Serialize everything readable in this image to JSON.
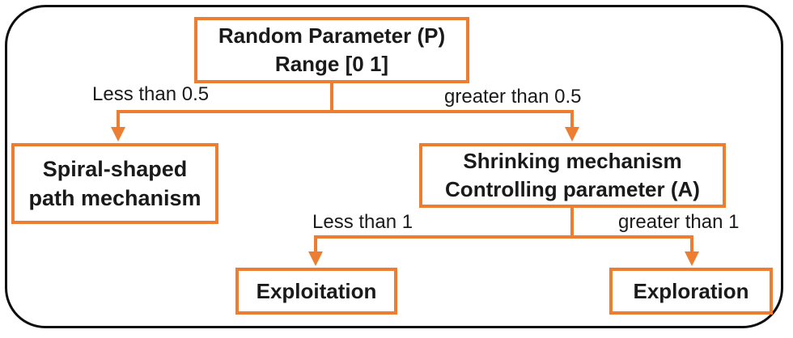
{
  "diagram": {
    "accent_color": "#ED7D31",
    "frame_color": "#0d0d0d",
    "text_color": "#1a1a1a",
    "nodes": {
      "root": {
        "line1": "Random Parameter (P)",
        "line2": "Range [0 1]"
      },
      "spiral": {
        "line1": "Spiral-shaped",
        "line2": "path mechanism"
      },
      "shrinking": {
        "line1": "Shrinking mechanism",
        "line2": "Controlling parameter (A)"
      },
      "exploitation": {
        "label": "Exploitation"
      },
      "exploration": {
        "label": "Exploration"
      }
    },
    "edge_labels": {
      "less_than_05": "Less than 0.5",
      "greater_than_05": "greater than 0.5",
      "less_than_1": "Less than 1",
      "greater_than_1": "greater than 1"
    }
  }
}
